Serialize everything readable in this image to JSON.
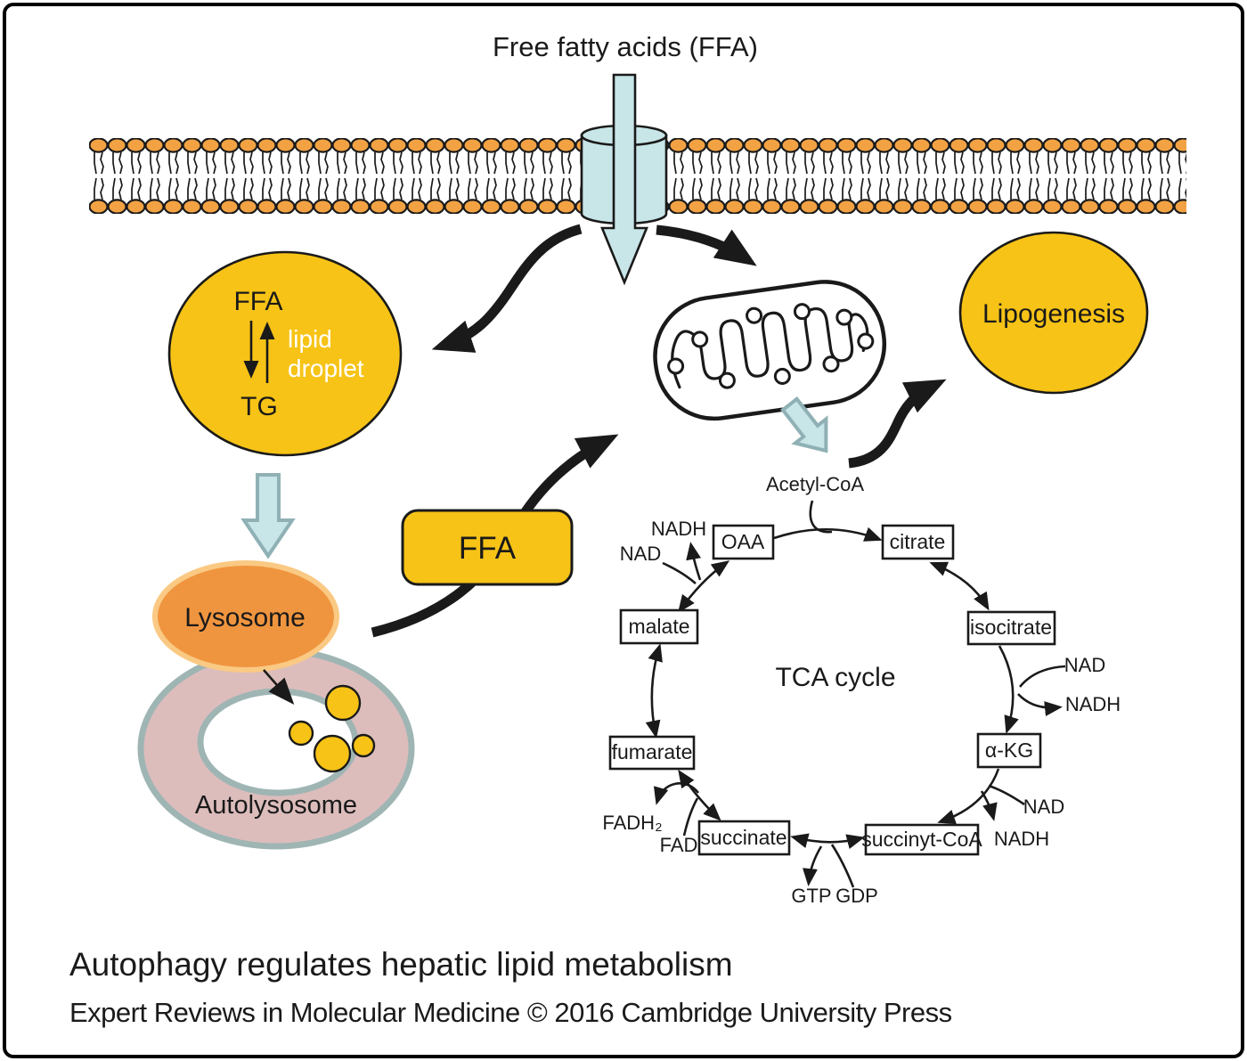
{
  "colors": {
    "yellow": "#F7C316",
    "membrane_head_orange": "#F2A243",
    "lysosome_fill": "#F0953F",
    "lysosome_border": "#FAC983",
    "autolysosome_fill": "#DCBDBC",
    "autolysosome_border": "#9EB5B4",
    "light_blue_fill": "#C8E5E8",
    "light_blue_border": "#8FB1B5",
    "line_black": "#1A1A1A",
    "background": "#FFFFFF"
  },
  "header": {
    "title": "Free fatty acids (FFA)"
  },
  "lipid_droplet": {
    "top": "FFA",
    "bottom": "TG",
    "label1": "lipid",
    "label2": "droplet"
  },
  "lysosome": {
    "label": "Lysosome"
  },
  "autolysosome": {
    "label": "Autolysosome"
  },
  "ffa_box": {
    "label": "FFA"
  },
  "lipogenesis": {
    "label": "Lipogenesis"
  },
  "tca": {
    "title": "TCA cycle",
    "acetyl_coa": "Acetyl-CoA",
    "oaa": "OAA",
    "citrate": "citrate",
    "isocitrate": "isocitrate",
    "akg": "α-KG",
    "succinyl_coa": "succinyt-CoA",
    "succinate": "succinate",
    "fumarate": "fumarate",
    "malate": "malate",
    "nadh_top": "NADH",
    "nad_top": "NAD",
    "nad_right": "NAD",
    "nadh_right": "NADH",
    "nad_bottom": "NAD",
    "nadh_bottom": "NADH",
    "fadh2": "FADH₂",
    "fad": "FAD",
    "gtp": "GTP",
    "gdp": "GDP"
  },
  "caption": {
    "line1": "Autophagy regulates hepatic lipid metabolism",
    "line2": "Expert Reviews in Molecular Medicine © 2016 Cambridge University Press"
  }
}
